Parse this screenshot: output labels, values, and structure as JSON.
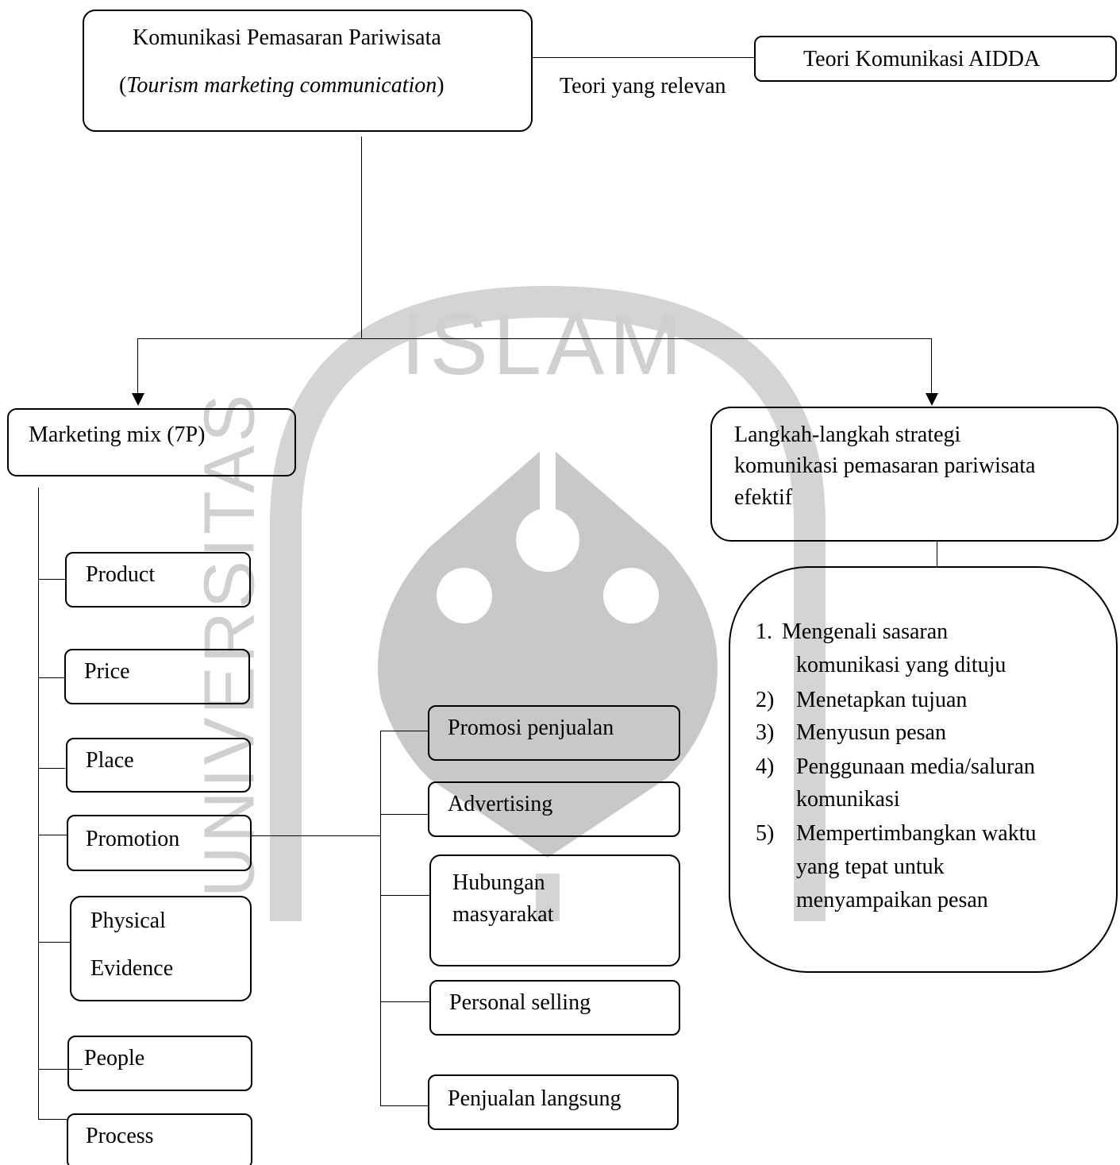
{
  "top": {
    "title_line1": "Komunikasi Pemasaran Pariwisata",
    "title_line2_open": "(",
    "title_line2_italic": "Tourism marketing communication",
    "title_line2_close": ")",
    "connector_label": "Teori yang relevan",
    "theory_box": "Teori Komunikasi AIDDA"
  },
  "marketing_mix": {
    "title": "Marketing mix  (7P)",
    "items": [
      "Product",
      "Price",
      "Place",
      "Promotion",
      "Physical",
      "Evidence",
      "People",
      "Process"
    ]
  },
  "promotion_mix": {
    "items": [
      "Promosi penjualan",
      "Advertising",
      "Hubungan",
      "masyarakat",
      "Personal selling",
      "Penjualan langsung"
    ]
  },
  "strategy": {
    "title_lines": [
      "Langkah-langkah strategi",
      "komunikasi pemasaran pariwisata",
      "efektif"
    ],
    "steps": [
      {
        "num": "1.",
        "lines": [
          "Mengenali sasaran",
          "komunikasi yang dituju"
        ]
      },
      {
        "num": "2)",
        "lines": [
          "Menetapkan tujuan"
        ]
      },
      {
        "num": "3)",
        "lines": [
          "Menyusun pesan"
        ]
      },
      {
        "num": "4)",
        "lines": [
          "Penggunaan media/saluran",
          "komunikasi"
        ]
      },
      {
        "num": "5)",
        "lines": [
          "Mempertimbangkan waktu",
          "yang tepat untuk",
          "menyampaikan pesan"
        ]
      }
    ]
  },
  "watermark": {
    "text": "ISLAM",
    "side_text": "UNIVERSITAS",
    "color": "#c8c8c8"
  }
}
